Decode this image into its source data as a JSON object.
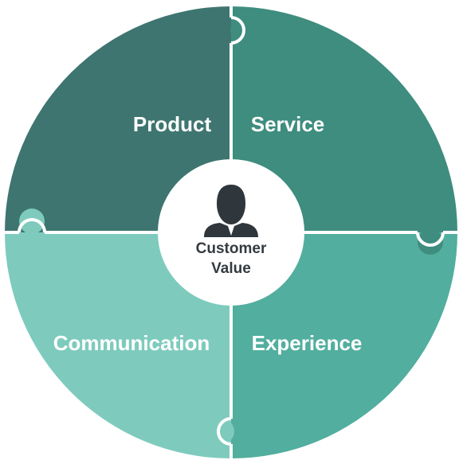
{
  "colors": {
    "product": "#3e7570",
    "service": "#3e8d7f",
    "experience": "#52ae9e",
    "communication": "#7ecbbd",
    "divider": "#ffffff",
    "center_fill": "#ffffff",
    "icon": "#2f363c",
    "center_text": "#333b41"
  },
  "segments": {
    "product": {
      "label": "Product"
    },
    "service": {
      "label": "Service"
    },
    "experience": {
      "label": "Experience"
    },
    "communication": {
      "label": "Communication"
    }
  },
  "center": {
    "icon": "person-icon",
    "line1": "Customer",
    "line2": "Value"
  }
}
